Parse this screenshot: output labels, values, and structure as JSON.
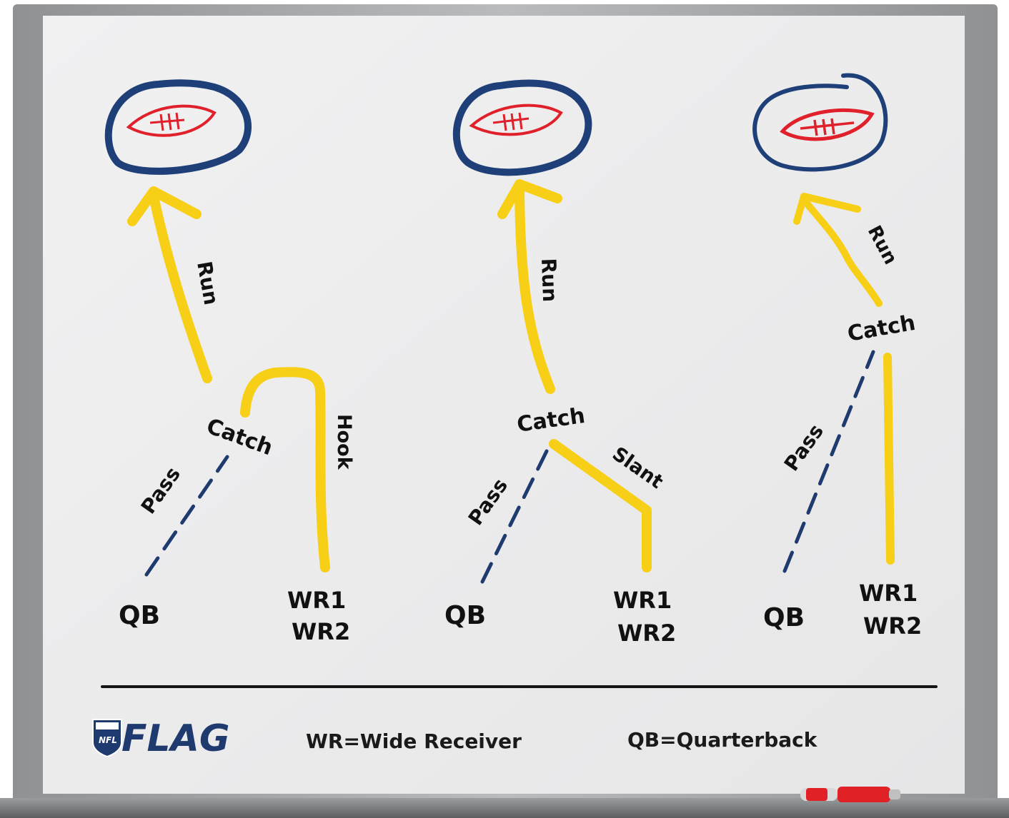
{
  "colors": {
    "route": "#f7cf16",
    "pass": "#1e3a6e",
    "ball_ring": "#1e3f78",
    "ball": "#e0202a",
    "frame": "#a9acae",
    "board": "#ececed",
    "ink": "#111111"
  },
  "plays": [
    {
      "qb": "QB",
      "wr1": "WR1",
      "wr2": "WR2",
      "pass": "Pass",
      "catch": "Catch",
      "run": "Run",
      "route": "Hook"
    },
    {
      "qb": "QB",
      "wr1": "WR1",
      "wr2": "WR2",
      "pass": "Pass",
      "catch": "Catch",
      "run": "Run",
      "route": "Slant"
    },
    {
      "qb": "QB",
      "wr1": "WR1",
      "wr2": "WR2",
      "pass": "Pass",
      "catch": "Catch",
      "run": "Run",
      "route": ""
    }
  ],
  "footer": {
    "logo_badge": "NFL",
    "logo_word": "FLAG",
    "legend_wr": "WR=Wide Receiver",
    "legend_qb": "QB=Quarterback"
  },
  "icons": [
    "football-icon",
    "nfl-flag-logo",
    "marker-icon"
  ]
}
